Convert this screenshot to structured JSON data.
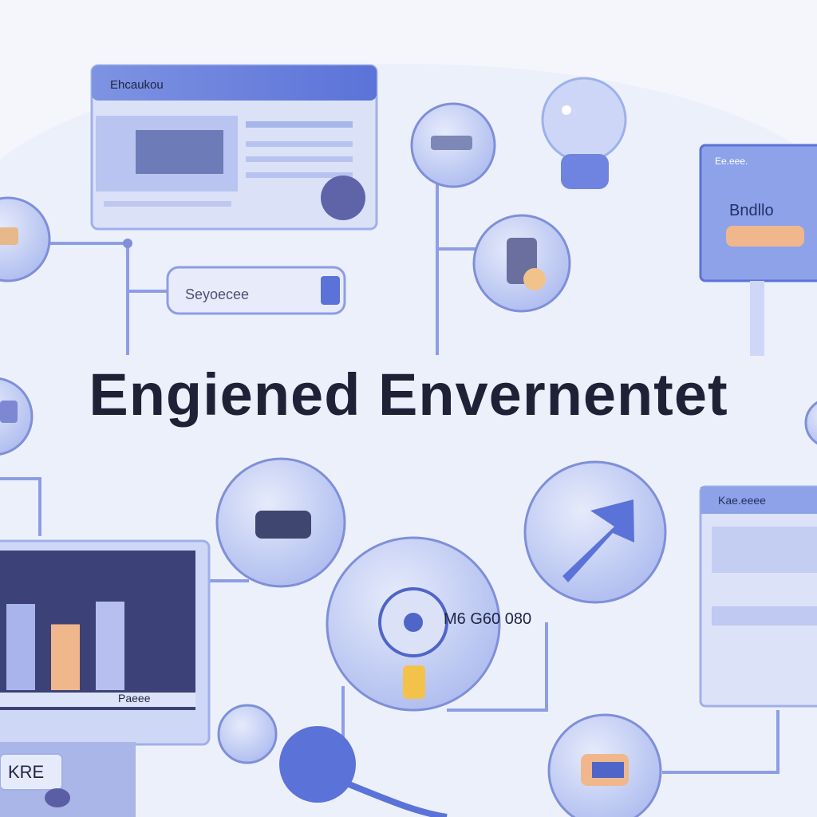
{
  "headline": "Engiened Envernentet",
  "panels": {
    "top_left_title": "Ehcaukou",
    "search_bar_text": "Seyoecee",
    "right_panel_title": "Ee.eee.",
    "right_panel_body": "Bndllo",
    "bottom_right_title": "Kae.eeee",
    "monitor_caption": "Paeee",
    "monitor_stand_label": "KRE"
  },
  "chart": {
    "values": [
      0.72,
      0.55,
      0.74
    ],
    "colors": [
      "#aab4ec",
      "#f0b78c",
      "#b6bfef"
    ]
  },
  "circle_labels": {
    "record_text": "M6 G60 080"
  },
  "colors": {
    "accent": "#6f84e0",
    "line": "#8d9de6",
    "circle_fill": "#c9d2f4",
    "circle_edge": "#7f8fd8",
    "headline": "#1e2236"
  }
}
